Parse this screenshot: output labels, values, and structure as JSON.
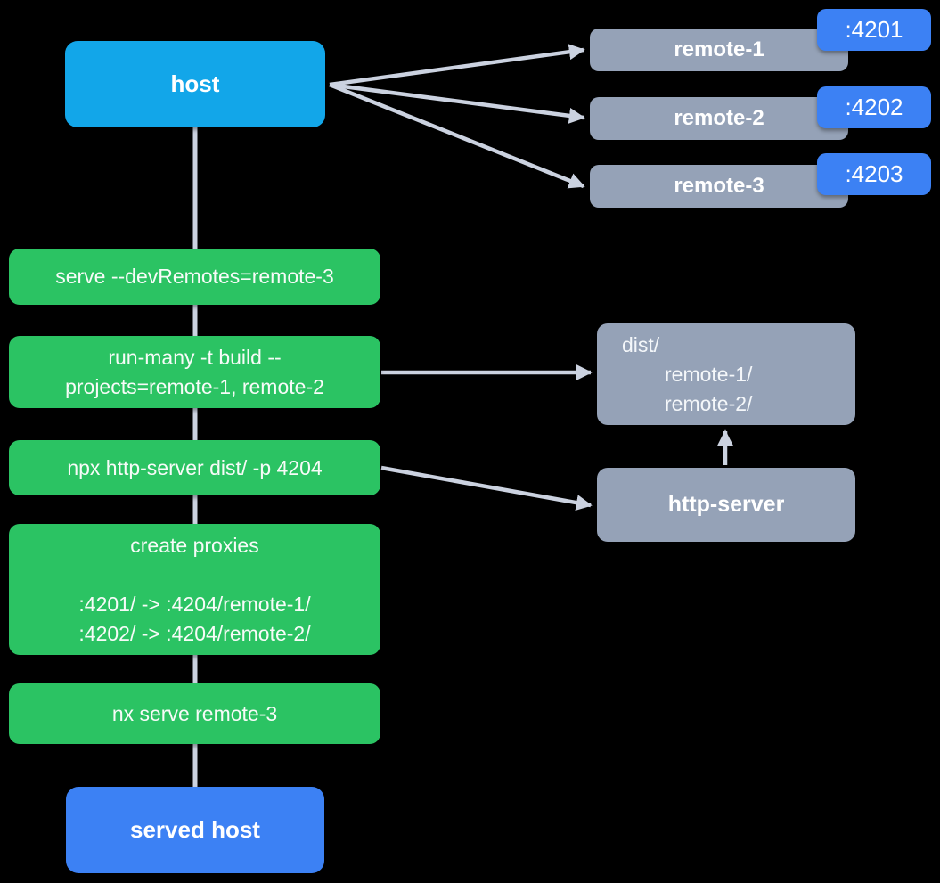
{
  "palette": {
    "background": "#000000",
    "host_blue": "#12A6E9",
    "accent_blue": "#3C81F4",
    "command_green": "#2BC363",
    "slate_gray": "#95A2B7",
    "wire_gray": "#CBD2E0",
    "text_white": "#FFFFFF"
  },
  "host": {
    "label": "host"
  },
  "remotes": [
    {
      "label": "remote-1",
      "port": ":4201"
    },
    {
      "label": "remote-2",
      "port": ":4202"
    },
    {
      "label": "remote-3",
      "port": ":4203"
    }
  ],
  "steps": {
    "serve": "serve --devRemotes=remote-3",
    "run_many_line1": "run-many -t build --",
    "run_many_line2": "projects=remote-1, remote-2",
    "http_server_cmd": "npx http-server dist/ -p 4204",
    "proxies_title": "create proxies",
    "proxies_rule1": ":4201/ -> :4204/remote-1/",
    "proxies_rule2": ":4202/ -> :4204/remote-2/",
    "nx_serve": "nx serve remote-3"
  },
  "dist_box": {
    "root": "dist/",
    "child1": "remote-1/",
    "child2": "remote-2/"
  },
  "http_server": {
    "label": "http-server"
  },
  "served_host": {
    "label": "served host"
  }
}
